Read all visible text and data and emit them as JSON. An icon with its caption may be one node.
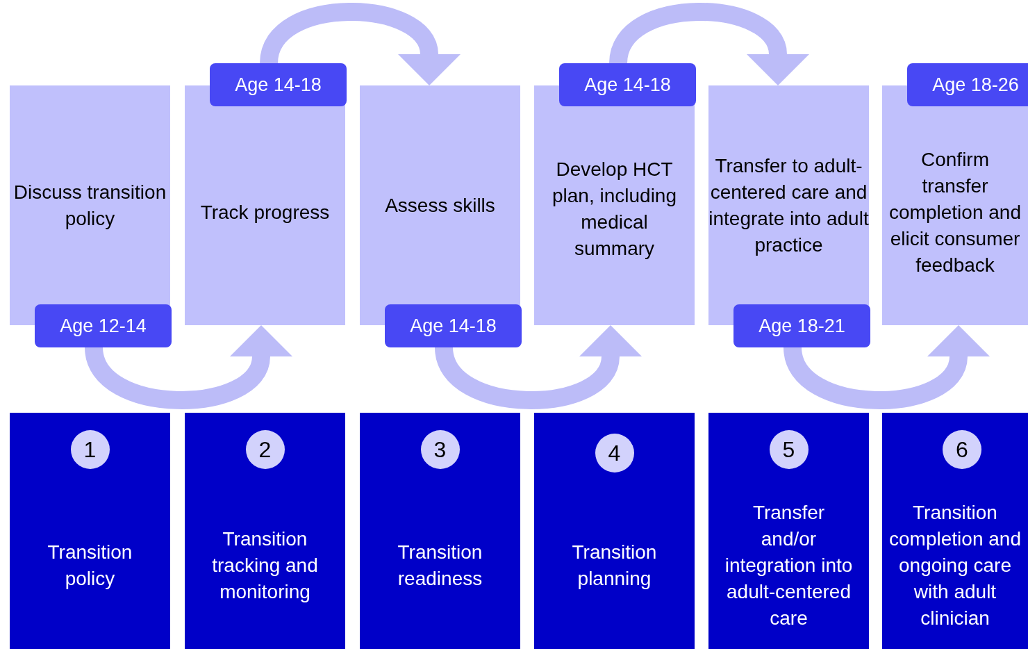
{
  "diagram": {
    "nodes": [
      {
        "text": [
          "Discuss transition policy"
        ]
      },
      {
        "text": [
          "Track progress"
        ]
      },
      {
        "text": [
          "Assess skills"
        ]
      },
      {
        "text": [
          "Develop HCT plan, including medical summary"
        ]
      },
      {
        "text": [
          "Transfer to adult-centered care and integrate into adult practice"
        ]
      },
      {
        "text": [
          "Confirm transfer completion and elicit consumer feedback"
        ]
      },
      {
        "text": [
          "Age 12-14"
        ]
      },
      {
        "text": [
          "Age 14-18"
        ]
      },
      {
        "text": [
          "Age 14-18"
        ]
      },
      {
        "text": [
          "Age 14-18"
        ]
      },
      {
        "text": [
          "Age 18-21"
        ]
      },
      {
        "text": [
          "Age 18-26"
        ]
      },
      {
        "text": [
          "Transition policy"
        ]
      },
      {
        "text": [
          "1"
        ],
        "in": 12
      },
      {
        "text": [
          "Transition tracking and monitoring"
        ]
      },
      {
        "text": [
          "2"
        ],
        "in": 14
      },
      {
        "text": [
          "Transition readiness"
        ]
      },
      {
        "text": [
          "3"
        ],
        "in": 16
      },
      {
        "text": [
          "Transition planning"
        ]
      },
      {
        "text": [
          "4"
        ],
        "in": 18
      },
      {
        "text": [
          "Transfer and/or integration into adult-centered care"
        ]
      },
      {
        "text": [
          "5"
        ],
        "in": 20
      },
      {
        "text": [
          "Transition completion and ongoing care with adult clinician"
        ]
      },
      {
        "text": [
          "6"
        ],
        "in": 22
      }
    ],
    "edges": [
      {
        "from": 6,
        "to": 1,
        "arrow": "to"
      },
      {
        "from": 7,
        "to": 2,
        "arrow": "to"
      },
      {
        "from": 8,
        "to": 3,
        "arrow": "to"
      },
      {
        "from": 9,
        "to": 4,
        "arrow": "to"
      },
      {
        "from": 10,
        "to": 5,
        "arrow": "to"
      }
    ]
  }
}
